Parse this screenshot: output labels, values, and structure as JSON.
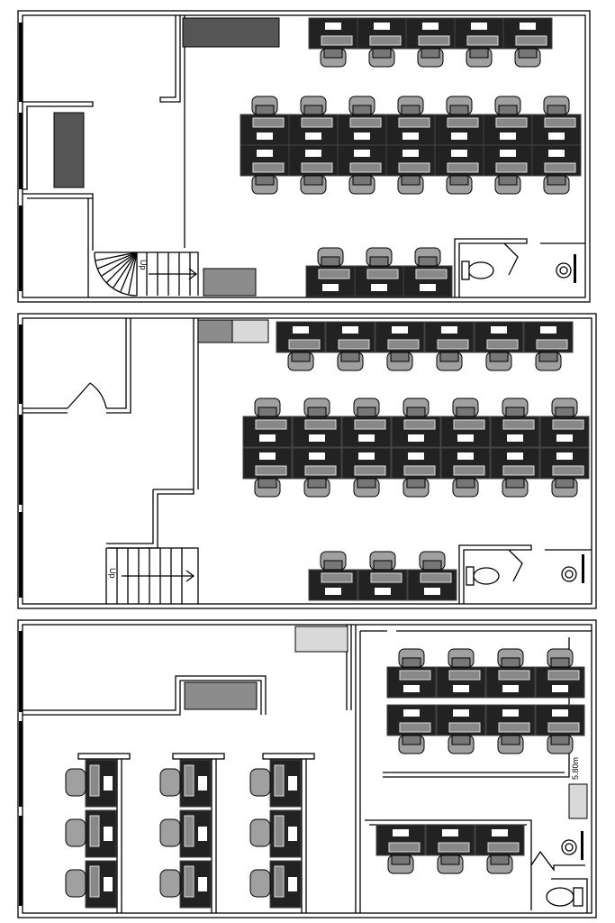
{
  "floors": [
    {
      "name": "floor-1",
      "stair_label": "Up"
    },
    {
      "name": "floor-2",
      "stair_label": "Up"
    },
    {
      "name": "floor-3",
      "dimension_label": "5.80m"
    }
  ],
  "colors": {
    "desk": "#222222",
    "chair": "#a0a0a0",
    "block_dark": "#555555",
    "block_mid": "#8c8c8c",
    "block_light": "#d9d9d9"
  }
}
